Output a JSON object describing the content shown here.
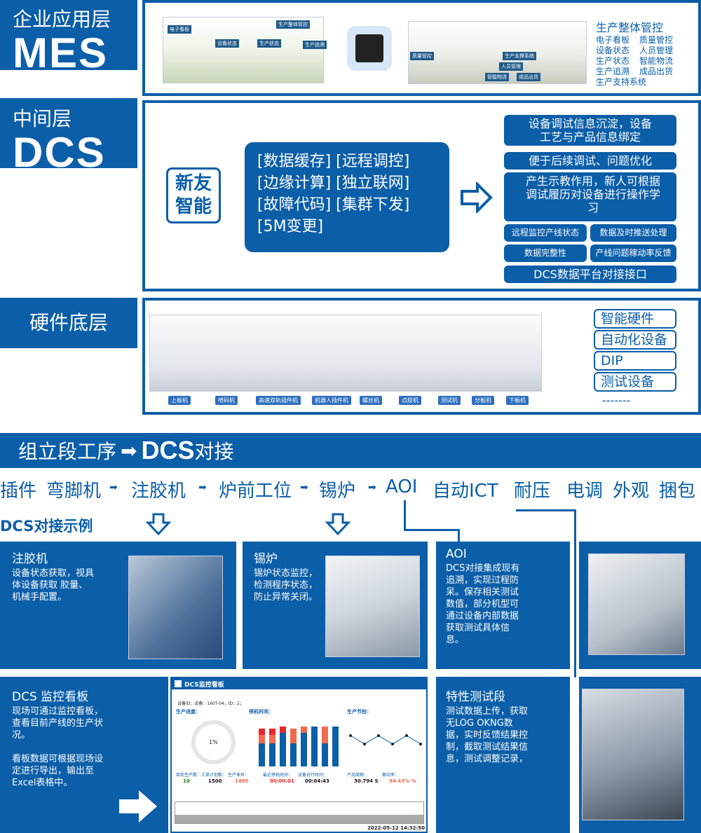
{
  "mes": {
    "subtitle": "企业应用层",
    "title": "MES",
    "diagram_labels": [
      "电子看板",
      "生产整体管控",
      "设备状态",
      "生产状态",
      "生产追溯",
      "质量管控",
      "生产支撑系统",
      "人员管理",
      "智能物流",
      "成品出货"
    ],
    "summary_title": "生产整体管控",
    "summary_items": [
      "电子看板",
      "质量管控",
      "设备状态",
      "人员管理",
      "生产状态",
      "智能物流",
      "生产追溯",
      "成品出货",
      "生产支持系统"
    ]
  },
  "dcs": {
    "subtitle": "中间层",
    "title": "DCS",
    "badge": "新友\n智能",
    "features": [
      "[数据缓存] [远程调控]",
      "[边缘计算] [独立联网]",
      "[故障代码] [集群下发]",
      "[5M变更]"
    ],
    "benefits": [
      "设备调试信息沉淀，设备工艺与产品信息绑定",
      "便于后续调试、问题优化",
      "产生示教作用，新人可根据调试履历对设备进行操作学习",
      "远程监控产线状态",
      "数据及时推送处理",
      "数据完整性",
      "产线问题稼动率反馈",
      "DCS数据平台对接接口"
    ]
  },
  "hardware": {
    "title": "硬件底层",
    "machines": [
      "上板机",
      "喷码机",
      "高速双轨插件机",
      "机器人插件机",
      "螺丝机",
      "点胶机",
      "测试机",
      "分板机",
      "下板机"
    ],
    "categories": [
      "智能硬件",
      "自动化设备",
      "DIP",
      "测试设备",
      "-------"
    ]
  },
  "assembly": {
    "banner_left": "组立段工序",
    "banner_right": "DCS",
    "banner_suffix": "对接",
    "process": [
      "插件",
      "弯脚机",
      "注胶机",
      "炉前工位",
      "锡炉",
      "AOI",
      "自动ICT",
      "耐压",
      "电调",
      "外观",
      "捆包"
    ],
    "example_title": "DCS对接示例"
  },
  "cards": {
    "glue": {
      "title": "注胶机",
      "text": "设备状态获取，视具体设备获取 胶量、机械手配置。"
    },
    "oven": {
      "title": "锡炉",
      "text": "锡炉状态监控，检测程序状态，防止异常关闭。"
    },
    "aoi": {
      "title": "AOI",
      "text": "DCS对接集成现有追溯，实现过程防呆。保存相关测试数值，部分机型可通过设备内部数据获取测试具体信息。"
    },
    "board": {
      "title": "DCS 监控看板",
      "text1": "现场可通过监控看板，查看目前产线的生产状况。",
      "text2": "看板数据可根据现场设定进行导出，输出至Excel表格中。"
    },
    "test": {
      "title": "特性测试段",
      "text": "测试数据上传，获取无LOG OKNG数据，实时反馈结果控制，截取测试结果信息，测试调整记录，"
    }
  },
  "dashboard": {
    "title": "DCS监控看板",
    "device_line": "设备ID：设备：160T-04，ID：2；",
    "progress_title": "生产进度：",
    "progress_pct": "1%",
    "downtime_title": "停机时间：",
    "rhythm_title": "生产节拍：",
    "stats": [
      {
        "label": "目前生产数：",
        "value": "10"
      },
      {
        "label": "工单计划数：",
        "value": "1500"
      },
      {
        "label": "生产差异：",
        "value": "1490"
      },
      {
        "label": "最近停机时间：",
        "value": "00:00:01"
      },
      {
        "label": "设备运行时间：",
        "value": "00:04:43"
      },
      {
        "label": "产品周期：",
        "value": "30.794",
        "unit": "S"
      },
      {
        "label": "稼动率：",
        "value": "94.43%",
        "unit": "%"
      }
    ],
    "datetime": "2022-05-12 14:32:50",
    "bars": [
      [
        0.55,
        0.2,
        0.15
      ],
      [
        0.55,
        0.2,
        0.15
      ],
      [
        0.8,
        0,
        0.15
      ],
      [
        0.55,
        0.35,
        0
      ],
      [
        0.8,
        0.15,
        0
      ],
      [
        0.95,
        0,
        0
      ],
      [
        0.55,
        0.4,
        0
      ],
      [
        0.95,
        0,
        0
      ]
    ],
    "line": [
      0.6,
      0.4,
      0.6,
      0.4,
      0.6,
      0.4
    ],
    "colors": {
      "blue": "#0b5ea8",
      "red": "#e8262b",
      "orange": "#f26b4f"
    }
  }
}
